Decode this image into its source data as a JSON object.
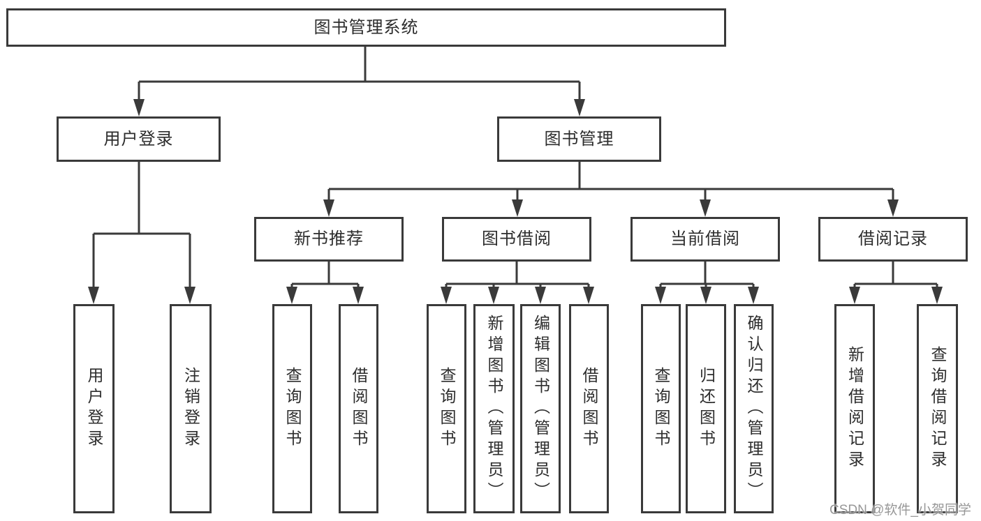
{
  "diagram": {
    "nodes": {
      "root": "图书管理系统",
      "user_login_group": "用户登录",
      "book_management": "图书管理",
      "new_book_recommend": "新书推荐",
      "book_borrowing": "图书借阅",
      "current_borrowing": "当前借阅",
      "borrowing_records": "借阅记录",
      "user_login": "用户登录",
      "logout": "注销登录",
      "nbr_query_books": "查询图书",
      "nbr_borrow_books": "借阅图书",
      "bb_query_books": "查询图书",
      "bb_add_books_admin": "新增图书（管理员）",
      "bb_edit_books_admin": "编辑图书（管理员）",
      "bb_borrow_books": "借阅图书",
      "cb_query_books": "查询图书",
      "cb_return_books": "归还图书",
      "cb_confirm_return_admin": "确认归还（管理员）",
      "br_add_record": "新增借阅记录",
      "br_query_record": "查询借阅记录"
    },
    "hierarchy": {
      "root": [
        "user_login_group",
        "book_management"
      ],
      "user_login_group": [
        "user_login",
        "logout"
      ],
      "book_management": [
        "new_book_recommend",
        "book_borrowing",
        "current_borrowing",
        "borrowing_records"
      ],
      "new_book_recommend": [
        "nbr_query_books",
        "nbr_borrow_books"
      ],
      "book_borrowing": [
        "bb_query_books",
        "bb_add_books_admin",
        "bb_edit_books_admin",
        "bb_borrow_books"
      ],
      "current_borrowing": [
        "cb_query_books",
        "cb_return_books",
        "cb_confirm_return_admin"
      ],
      "borrowing_records": [
        "br_add_record",
        "br_query_record"
      ]
    },
    "line_color": "#3a3a3a",
    "watermark": "CSDN @软件_小贺同学"
  }
}
